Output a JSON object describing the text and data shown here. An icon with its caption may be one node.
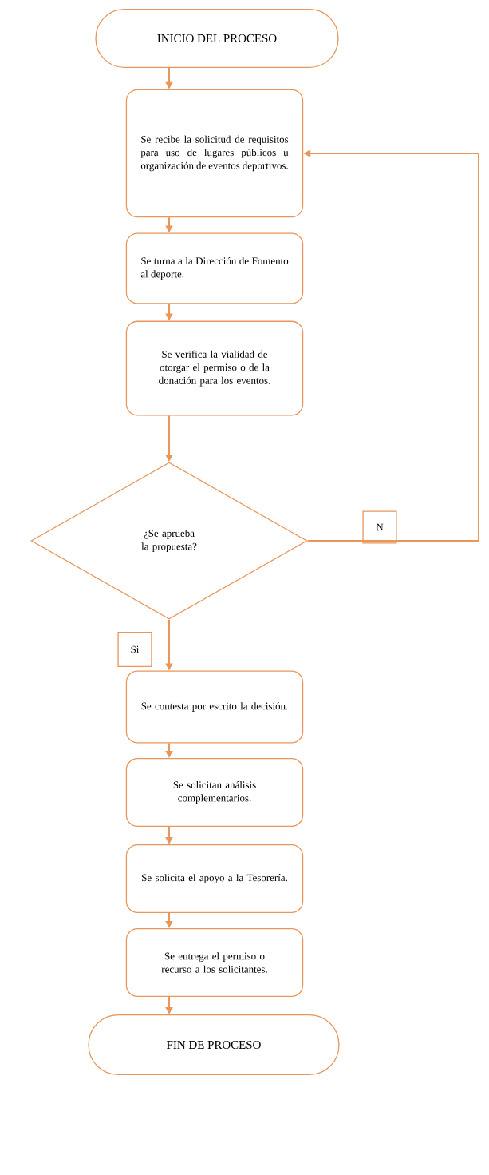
{
  "diagram": {
    "nodes": [
      {
        "text": [
          "INICIO DEL PROCESO"
        ]
      },
      {
        "text": [
          "Se recibe la solicitud de requisitos para uso de lugares públicos u organización de eventos deportivos."
        ]
      },
      {
        "text": [
          "Se turna a la Dirección de Fomento al deporte."
        ]
      },
      {
        "text": [
          "Se verifica la vialidad de otorgar el permiso o de la donación para los eventos."
        ]
      },
      {
        "text": [
          "¿Se aprueba la propuesta?"
        ]
      },
      {
        "text": [
          "N"
        ]
      },
      {
        "text": [
          "Si"
        ]
      },
      {
        "text": [
          "Se contesta por escrito la decisión."
        ]
      },
      {
        "text": [
          "Se solicitan análisis complementarios."
        ]
      },
      {
        "text": [
          "Se solicita el apoyo a la Tesorería."
        ]
      },
      {
        "text": [
          "Se entrega el permiso o recurso a los solicitantes."
        ]
      },
      {
        "text": [
          "FIN DE PROCESO"
        ]
      }
    ],
    "edges": [
      {
        "from": 0,
        "to": 1,
        "arrow": "to"
      },
      {
        "from": 1,
        "to": 2,
        "arrow": "to"
      },
      {
        "from": 2,
        "to": 3,
        "arrow": "to"
      },
      {
        "from": 3,
        "to": 4,
        "arrow": "to"
      },
      {
        "from": 4,
        "to": 1,
        "arrow": "to"
      },
      {
        "from": 4,
        "to": 7,
        "arrow": "to"
      },
      {
        "from": 7,
        "to": 8,
        "arrow": "to"
      },
      {
        "from": 8,
        "to": 9,
        "arrow": "to"
      },
      {
        "from": 9,
        "to": 10,
        "arrow": "to"
      },
      {
        "from": 10,
        "to": 11,
        "arrow": "to"
      }
    ]
  }
}
